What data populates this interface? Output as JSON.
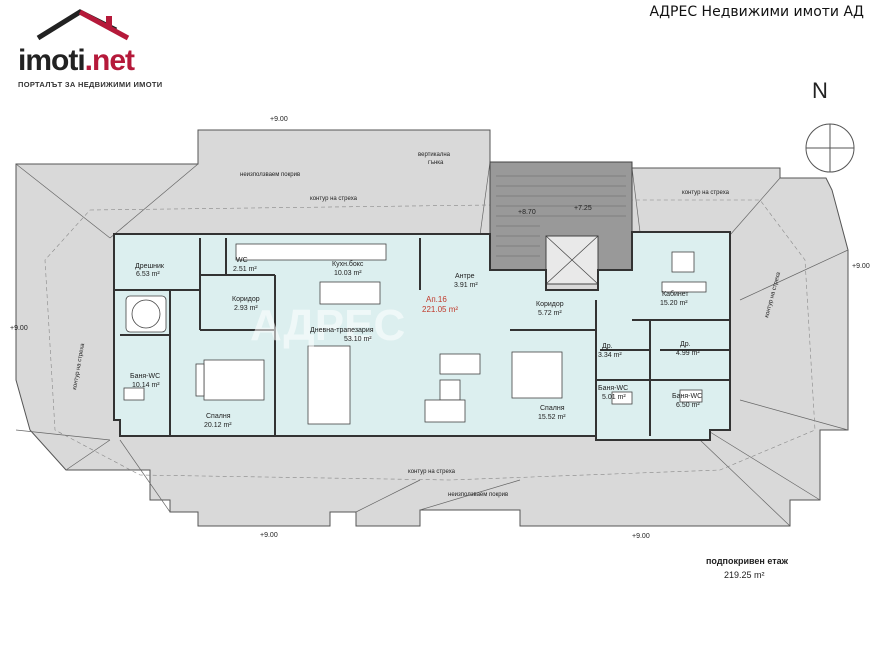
{
  "header": {
    "logo_text": "imoti",
    "logo_dot": ".net",
    "logo_subtitle": "ПОРТАЛЪТ ЗА НЕДВИЖИМИ ИМОТИ",
    "agency": "АДРЕС Недвижими имоти АД"
  },
  "compass": {
    "north": "N"
  },
  "roof": {
    "unused_roof_top": "неизползваем покрив",
    "unused_roof_bottom": "неизползваем покрив",
    "eave_top": "контур на стреха",
    "eave_bottom": "контур на стреха",
    "eave_right": "контур на стреха",
    "eave_left": "контур на стреха",
    "eave_right_top": "контур на стреха",
    "vertical_fold": "вертикална\nгънка",
    "vertical_fold_l1": "вертикална",
    "vertical_fold_l2": "гънка"
  },
  "elevations": {
    "top_left": "+9.00",
    "left": "+9.00",
    "right": "+9.00",
    "bottom_left": "+9.00",
    "bottom_right": "+9.00",
    "stair1": "+8.70",
    "stair2": "+7.25"
  },
  "apartment": {
    "name": "Ап.16",
    "area": "221.05 m²"
  },
  "rooms": [
    {
      "name": "Дрешник",
      "area": "6.53 m²"
    },
    {
      "name": "WC",
      "area": "2.51 m²"
    },
    {
      "name": "Кухн.бокс",
      "area": "10.03 m²"
    },
    {
      "name": "Антре",
      "area": "3.91 m²"
    },
    {
      "name": "Коридор",
      "area": "2.93 m²"
    },
    {
      "name": "Дневна-трапезария",
      "area": "53.10 m²"
    },
    {
      "name": "Коридор",
      "area": "5.72 m²"
    },
    {
      "name": "Кабинет",
      "area": "15.20 m²"
    },
    {
      "name": "Баня-WC",
      "area": "10.14 m²"
    },
    {
      "name": "Спалня",
      "area": "20.12 m²"
    },
    {
      "name": "Спалня",
      "area": "15.52 m²"
    },
    {
      "name": "Др.",
      "area": "3.34 m²"
    },
    {
      "name": "Др.",
      "area": "4.99 m²"
    },
    {
      "name": "Баня-WC",
      "area": "5.01 m²"
    },
    {
      "name": "Баня-WC",
      "area": "6.50 m²"
    }
  ],
  "floor": {
    "name": "подпокривен етаж",
    "area": "219.25 m²"
  },
  "watermark": "АДРЕС"
}
